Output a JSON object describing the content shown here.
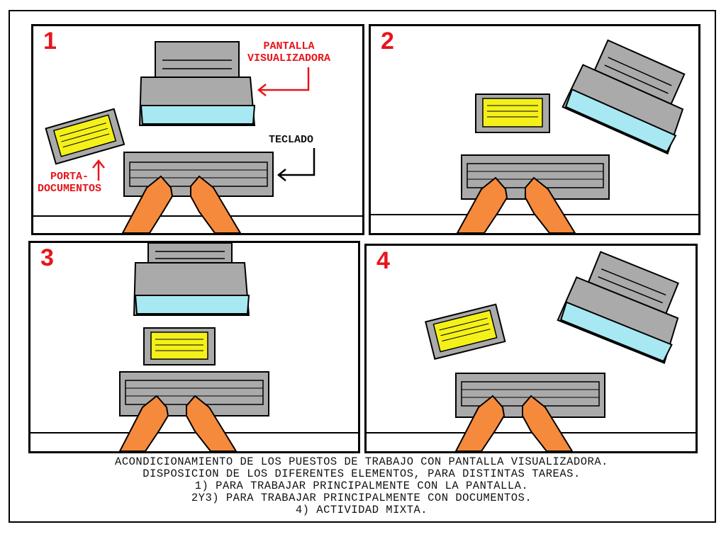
{
  "panels": [
    {
      "number": "1",
      "labels": {
        "screen_line1": "PANTALLA",
        "screen_line2": "VISUALIZADORA",
        "keyboard": "TECLADO",
        "holder_line1": "PORTA-",
        "holder_line2": "DOCUMENTOS"
      }
    },
    {
      "number": "2"
    },
    {
      "number": "3"
    },
    {
      "number": "4"
    }
  ],
  "caption": {
    "line1": "ACONDICIONAMIENTO DE LOS PUESTOS DE TRABAJO CON PANTALLA VISUALIZADORA.",
    "line2": "DISPOSICION DE LOS DIFERENTES ELEMENTOS, PARA DISTINTAS TAREAS.",
    "line3": "1) PARA TRABAJAR PRINCIPALMENTE CON LA PANTALLA.",
    "line4": "2Y3) PARA TRABAJAR PRINCIPALMENTE CON DOCUMENTOS.",
    "line5": "4) ACTIVIDAD MIXTA."
  },
  "colors": {
    "red": "#e8141b",
    "screen": "#a8e8f2",
    "body": "#aaaaaa",
    "paper": "#f4f01a",
    "hands": "#f58a3c"
  }
}
